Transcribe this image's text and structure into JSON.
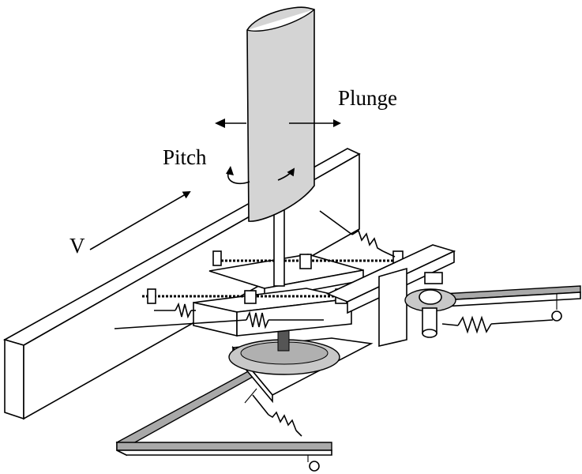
{
  "labels": {
    "plunge": "Plunge",
    "pitch": "Pitch",
    "velocity": "V"
  },
  "colors": {
    "airfoil_fill": "#d4d4d4",
    "rail_fill": "#a9a9a9",
    "line": "#000000",
    "background": "#ffffff"
  }
}
